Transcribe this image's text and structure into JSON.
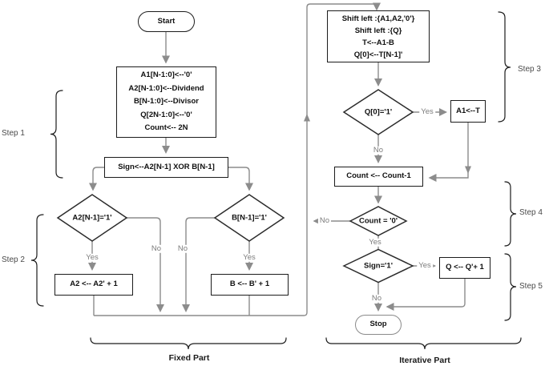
{
  "colors": {
    "line": "#8c8c8c",
    "node_border": "#1c1c1c",
    "diamond_border": "#2b2b2b",
    "branch_label_text": "#7c7c7c",
    "step_label_text": "#4a4a4a",
    "background": "#ffffff"
  },
  "nodes": {
    "start": {
      "label": "Start"
    },
    "init": {
      "lines": [
        "A1[N-1:0]<--'0'",
        "A2[N-1:0]<--Dividend",
        "B[N-1:0]<--Divisor",
        "Q[2N-1:0]<--'0'",
        "Count<-- 2N"
      ]
    },
    "sign_assign": {
      "label": "Sign<--A2[N-1] XOR B[N-1]"
    },
    "a2_check": {
      "label": "A2[N-1]='1'"
    },
    "b_check": {
      "label": "B[N-1]='1'"
    },
    "a2_complement": {
      "label": "A2 <-- A2' + 1"
    },
    "b_complement": {
      "label": "B <-- B' + 1"
    },
    "shift": {
      "lines": [
        "Shift left :{A1,A2,'0'}",
        "Shift left :{Q}",
        "T<--A1-B",
        "Q[0]<--T[N-1]'"
      ]
    },
    "q0_check": {
      "label": "Q[0]='1'"
    },
    "a1_update": {
      "label": "A1<--T"
    },
    "count_decrement": {
      "label": "Count <-- Count-1"
    },
    "count_check": {
      "label": "Count = '0'"
    },
    "sign_check": {
      "label": "Sign='1'"
    },
    "q_increment": {
      "label": "Q <-- Q'+ 1"
    },
    "stop": {
      "label": "Stop"
    }
  },
  "branch_labels": {
    "yes": "Yes",
    "no": "No"
  },
  "step_labels": [
    "Step 1",
    "Step 2",
    "Step 3",
    "Step 4",
    "Step 5"
  ],
  "part_labels": {
    "fixed": "Fixed Part",
    "iterative": "Iterative Part"
  }
}
